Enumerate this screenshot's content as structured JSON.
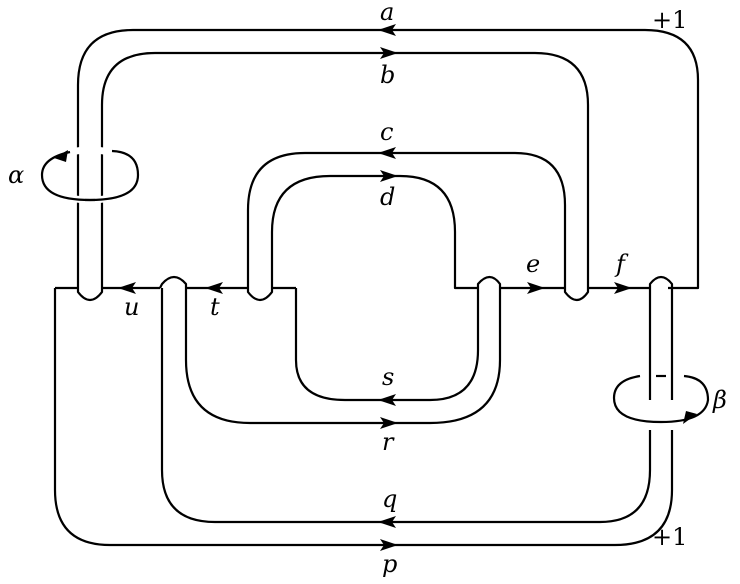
{
  "strand_labels": {
    "a": "a",
    "b": "b",
    "c": "c",
    "d": "d",
    "e": "e",
    "f": "f",
    "p": "p",
    "q": "q",
    "r": "r",
    "s": "s",
    "t": "t",
    "u": "u"
  },
  "meridian_labels": {
    "alpha": "α",
    "beta": "β"
  },
  "framings": {
    "top_right": "+1",
    "bottom_right": "+1"
  },
  "meridian_signs": {
    "alpha": "−",
    "beta": "−"
  },
  "stroke_color": "#000000",
  "background_color": "#ffffff"
}
